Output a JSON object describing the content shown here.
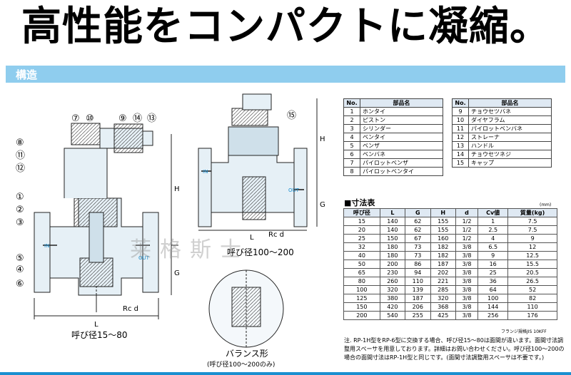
{
  "headline": "高性能をコンパクトに凝縮。",
  "section": "構造",
  "callouts": [
    "⑦",
    "⑩",
    "⑨",
    "⑭",
    "⑬",
    "⑧",
    "⑪",
    "⑫",
    "①",
    "②",
    "③",
    "⑤",
    "④",
    "⑥",
    "⑮"
  ],
  "drawing_labels": {
    "H_left": "H",
    "G_left": "G",
    "L_left": "L",
    "rc_left": "Rc  d",
    "caption_left": "呼び径15～80",
    "H_right": "H",
    "G_right": "G",
    "L_right": "L",
    "rc_right": "Rc  d",
    "caption_right": "呼び径100～200",
    "in": "IN",
    "out": "OUT",
    "balance_title": "バランス形",
    "balance_sub": "(呼び径100～200のみ)"
  },
  "parts_headers": {
    "no": "No.",
    "name": "部品名"
  },
  "parts_left": [
    {
      "no": "1",
      "name": "ホンタイ"
    },
    {
      "no": "2",
      "name": "ピストン"
    },
    {
      "no": "3",
      "name": "シリンダー"
    },
    {
      "no": "4",
      "name": "ベンタイ"
    },
    {
      "no": "5",
      "name": "ベンザ"
    },
    {
      "no": "6",
      "name": "ベンバネ"
    },
    {
      "no": "7",
      "name": "パイロットベンザ"
    },
    {
      "no": "8",
      "name": "パイロットベンタイ"
    }
  ],
  "parts_right": [
    {
      "no": "9",
      "name": "チョウセツバネ"
    },
    {
      "no": "10",
      "name": "ダイヤフラム"
    },
    {
      "no": "11",
      "name": "パイロットベンバネ"
    },
    {
      "no": "12",
      "name": "ストレーナ"
    },
    {
      "no": "13",
      "name": "ハンドル"
    },
    {
      "no": "14",
      "name": "チョウセツネジ"
    },
    {
      "no": "15",
      "name": "キャップ"
    }
  ],
  "dims_title": "■寸法表",
  "dims_unit": "(mm)",
  "dims_headers": [
    "呼び径",
    "L",
    "G",
    "H",
    "d",
    "Cv値",
    "質量(kg)"
  ],
  "dims_rows": [
    [
      "15",
      "140",
      "62",
      "155",
      "1/2",
      "1",
      "7.5"
    ],
    [
      "20",
      "140",
      "62",
      "155",
      "1/2",
      "2.5",
      "7.5"
    ],
    [
      "25",
      "150",
      "67",
      "160",
      "1/2",
      "4",
      "9"
    ],
    [
      "32",
      "180",
      "73",
      "182",
      "3/8",
      "6.5",
      "12"
    ],
    [
      "40",
      "180",
      "73",
      "182",
      "3/8",
      "9",
      "12.5"
    ],
    [
      "50",
      "200",
      "86",
      "187",
      "3/8",
      "16",
      "15.5"
    ],
    [
      "65",
      "230",
      "94",
      "202",
      "3/8",
      "25",
      "20.5"
    ],
    [
      "80",
      "260",
      "110",
      "221",
      "3/8",
      "36",
      "26.5"
    ],
    [
      "100",
      "320",
      "139",
      "285",
      "3/8",
      "64",
      "52"
    ],
    [
      "125",
      "380",
      "187",
      "320",
      "3/8",
      "100",
      "82"
    ],
    [
      "150",
      "420",
      "206",
      "368",
      "3/8",
      "144",
      "110"
    ],
    [
      "200",
      "540",
      "255",
      "425",
      "3/8",
      "256",
      "176"
    ]
  ],
  "flange_note": "フランジ規格JIS 10KFF",
  "note": "注. RP-1H型をRP-6型に交換する場合、呼び径15～80は面間が違います。面間寸法調整用スペーサを用意しております。詳細はお問い合わせください。呼び径100～200の場合の面間寸法はRP-1H型と同じです。(面間寸法調整用スペーサは不要です。)",
  "watermark": "莱格斯士"
}
